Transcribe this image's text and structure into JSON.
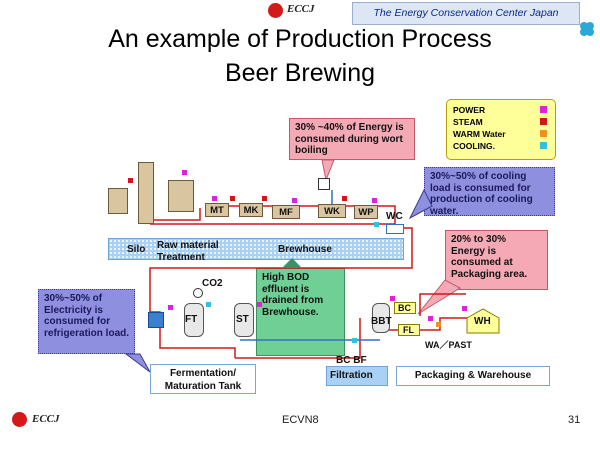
{
  "header": {
    "org_short": "ECCJ",
    "org_full": "The Energy Conservation Center Japan"
  },
  "title": {
    "line1": "An example of Production Process",
    "line2": "Beer Brewing"
  },
  "legend": {
    "items": [
      {
        "label": "POWER",
        "color": "#e020e0"
      },
      {
        "label": "STEAM",
        "color": "#d01818"
      },
      {
        "label": "WARM Water",
        "color": "#f09020"
      },
      {
        "label": "COOLING.",
        "color": "#30c0e0"
      }
    ]
  },
  "notes": {
    "wort_boiling": "30% ~40% of Energy is consumed during wort boiling",
    "cooling_load": "30%~50% of cooling load is consumed for production of cooling water.",
    "packaging_energy": "20% to 30% Energy is consumed at Packaging area.",
    "electricity": "30%~50% of Electricity is consumed for refrigeration load.",
    "bod_effluent": "High BOD effluent is drained from Brewhouse."
  },
  "areas": {
    "silo": "Silo",
    "raw_material": "Raw material Treatment",
    "brewhouse": "Brewhouse",
    "fermentation": "Fermentation/ Maturation Tank",
    "filtration_equipment": "BC BF",
    "filtration": "Filtration",
    "packaging": "Packaging & Warehouse"
  },
  "equipment": {
    "mt": "MT",
    "mk": "MK",
    "mf": "MF",
    "wk": "WK",
    "wp": "WP",
    "wc": "WC",
    "co2": "CO2",
    "ft": "FT",
    "st": "ST",
    "bbt": "BBT",
    "bc": "BC",
    "fl": "FL",
    "wh": "WH",
    "wa_past": "WA／PAST"
  },
  "footer": {
    "org": "ECCJ",
    "code": "ECVN8",
    "page": "31"
  }
}
